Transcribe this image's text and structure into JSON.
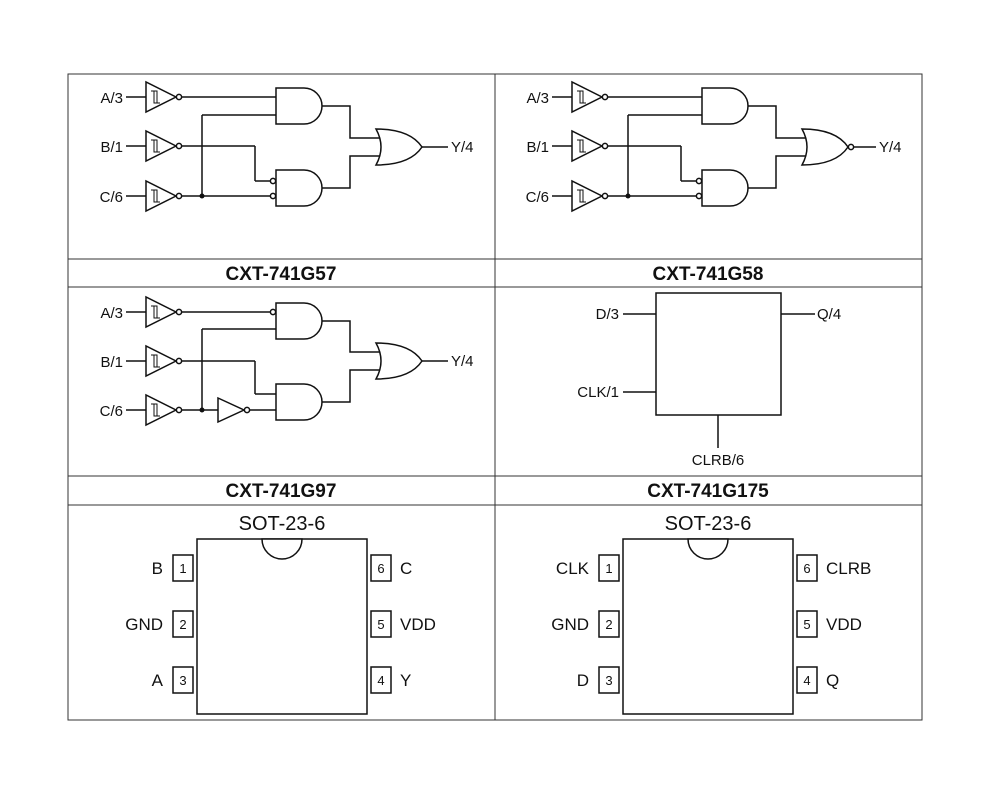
{
  "panels": [
    {
      "title": "CXT-741G57",
      "inputs": [
        "A/3",
        "B/1",
        "C/6"
      ],
      "output": "Y/4"
    },
    {
      "title": "CXT-741G58",
      "inputs": [
        "A/3",
        "B/1",
        "C/6"
      ],
      "output": "Y/4"
    },
    {
      "title": "CXT-741G97",
      "inputs": [
        "A/3",
        "B/1",
        "C/6"
      ],
      "output": "Y/4"
    },
    {
      "title": "CXT-741G175",
      "d": "D/3",
      "clk": "CLK/1",
      "q": "Q/4",
      "clrb": "CLRB/6"
    }
  ],
  "packages": [
    {
      "name": "SOT-23-6",
      "left_pins": [
        {
          "num": "1",
          "label": "B"
        },
        {
          "num": "2",
          "label": "GND"
        },
        {
          "num": "3",
          "label": "A"
        }
      ],
      "right_pins": [
        {
          "num": "6",
          "label": "C"
        },
        {
          "num": "5",
          "label": "VDD"
        },
        {
          "num": "4",
          "label": "Y"
        }
      ]
    },
    {
      "name": "SOT-23-6",
      "left_pins": [
        {
          "num": "1",
          "label": "CLK"
        },
        {
          "num": "2",
          "label": "GND"
        },
        {
          "num": "3",
          "label": "D"
        }
      ],
      "right_pins": [
        {
          "num": "6",
          "label": "CLRB"
        },
        {
          "num": "5",
          "label": "VDD"
        },
        {
          "num": "4",
          "label": "Q"
        }
      ]
    }
  ]
}
